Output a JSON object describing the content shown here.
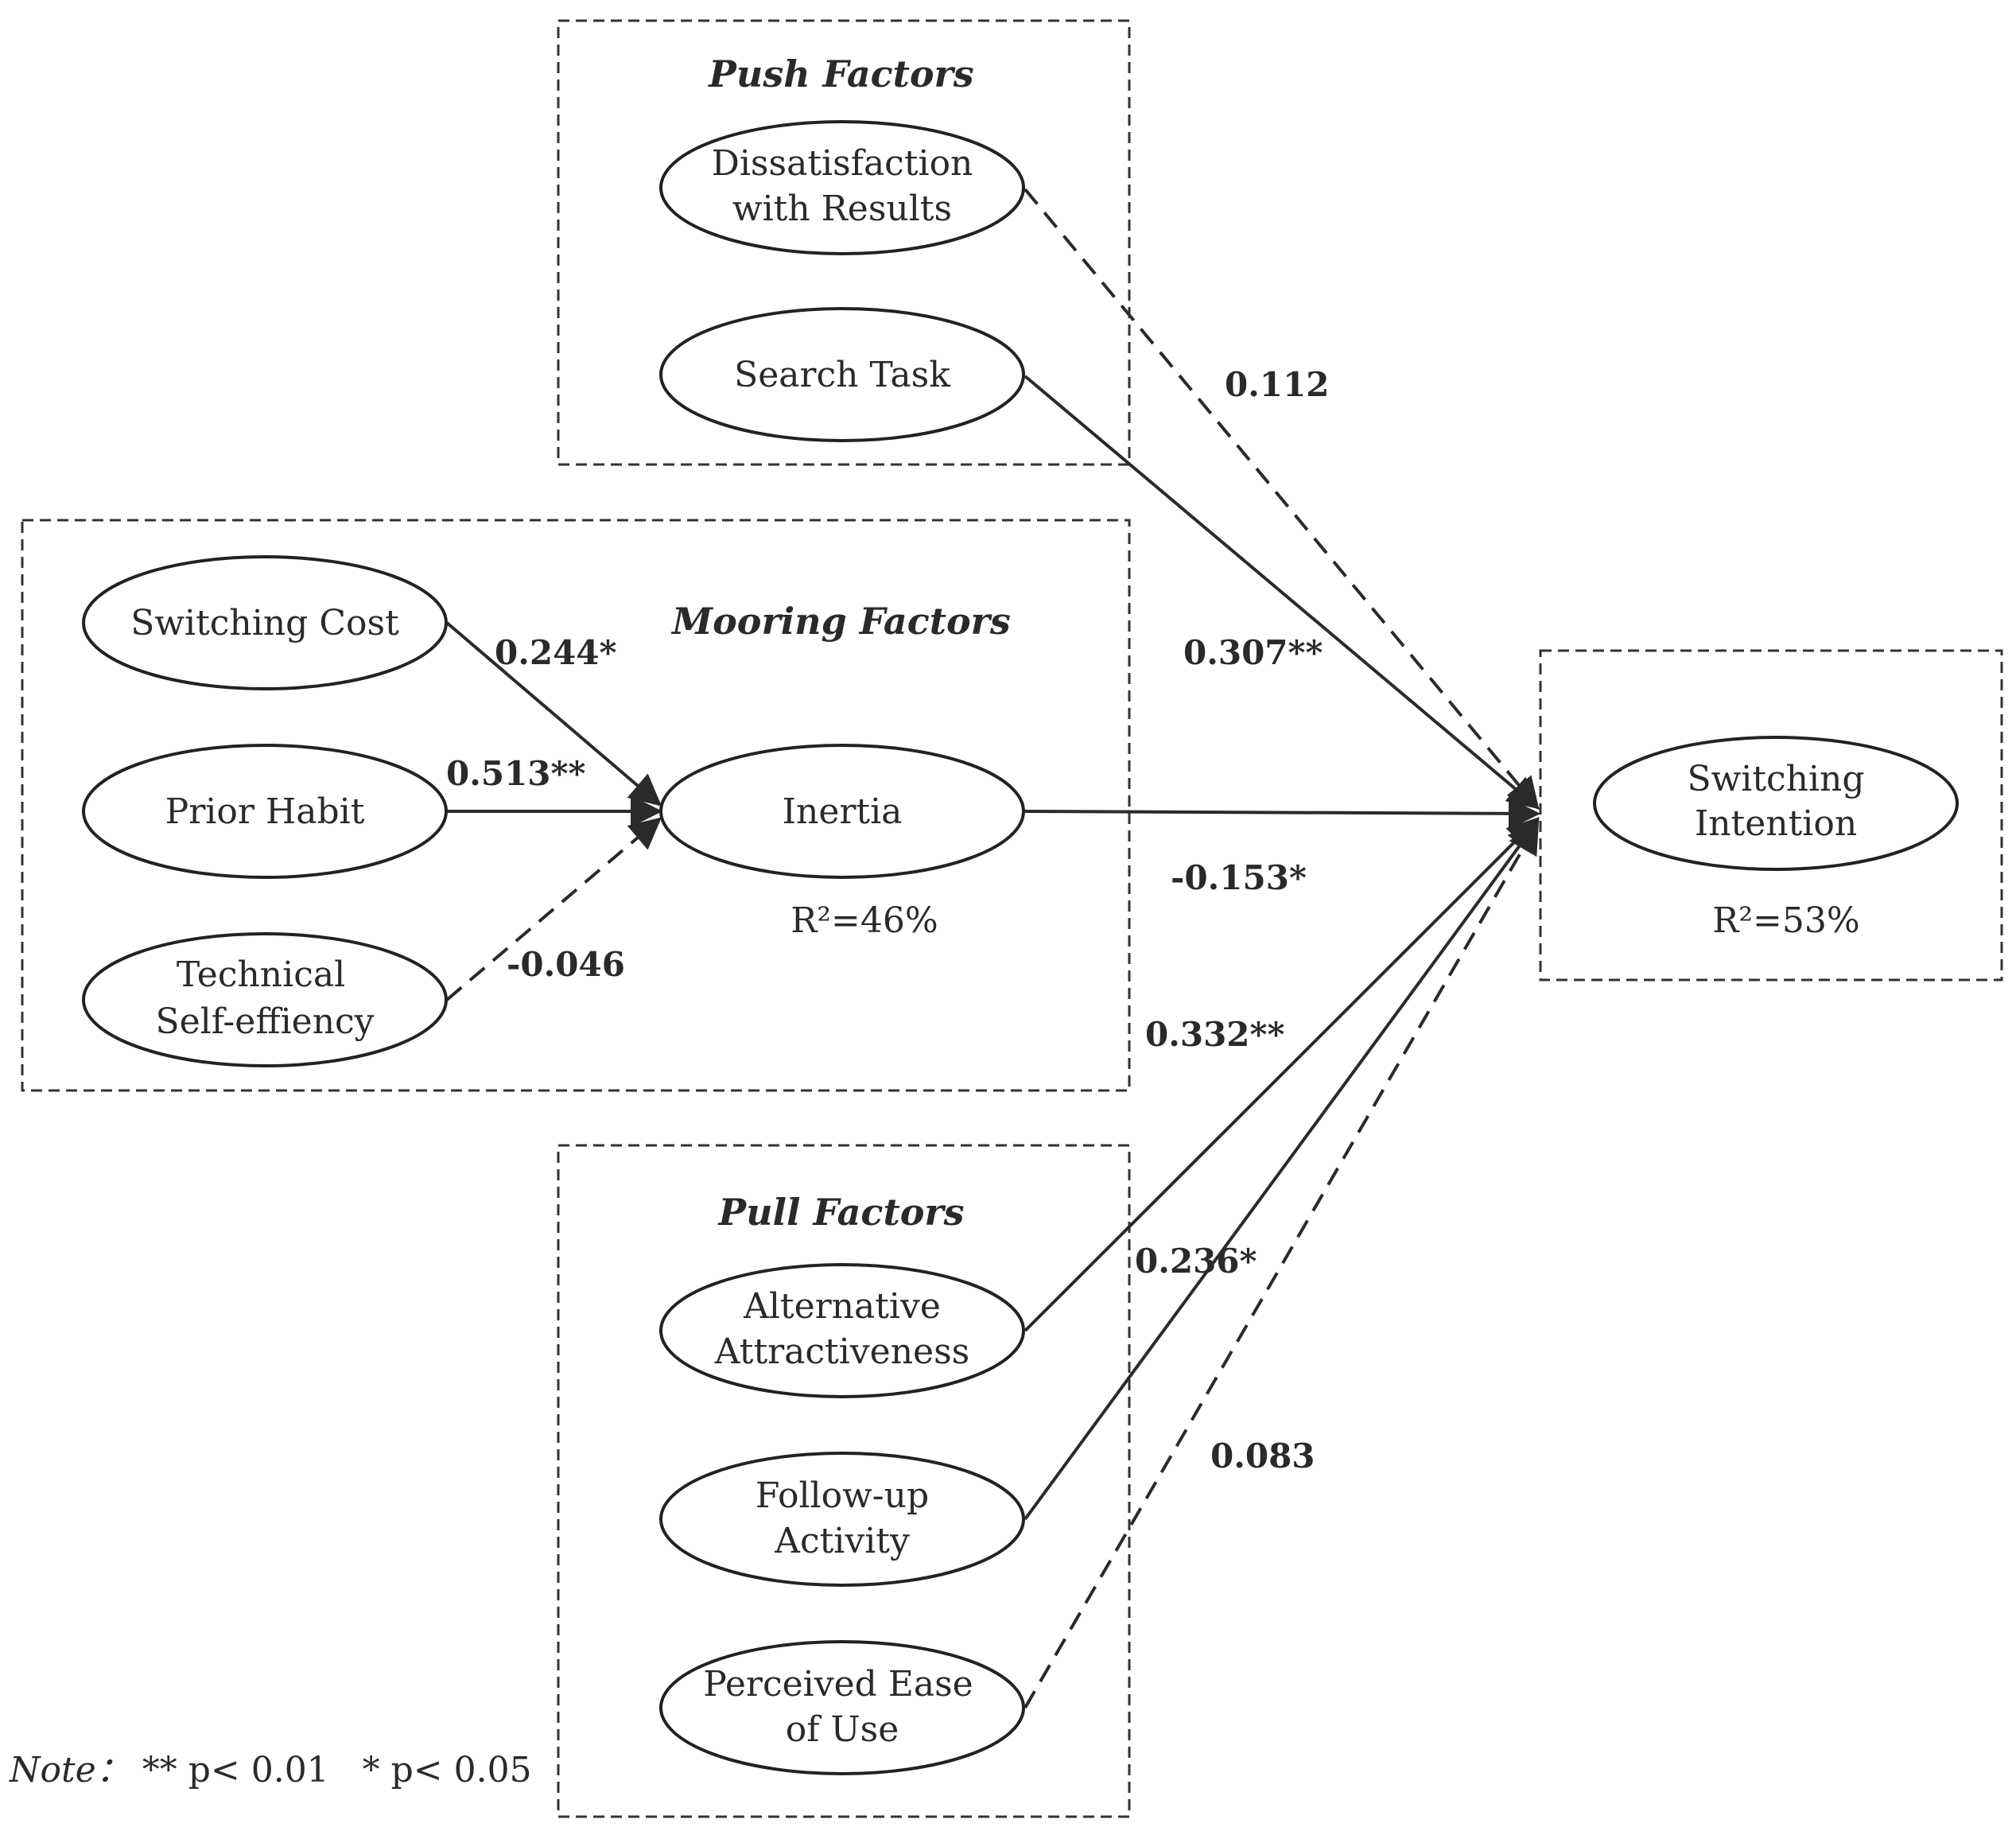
{
  "groups": {
    "push": {
      "title": "Push Factors"
    },
    "mooring": {
      "title": "Mooring Factors"
    },
    "pull": {
      "title": "Pull Factors"
    }
  },
  "nodes": {
    "dissatisfaction": {
      "lines": [
        "Dissatisfaction",
        "with Results"
      ]
    },
    "search_task": {
      "lines": [
        "Search Task"
      ]
    },
    "switching_cost": {
      "lines": [
        "Switching Cost"
      ]
    },
    "prior_habit": {
      "lines": [
        "Prior Habit"
      ]
    },
    "technical": {
      "lines": [
        "Technical",
        "Self-effiency"
      ]
    },
    "inertia": {
      "lines": [
        "Inertia"
      ]
    },
    "switching_intention": {
      "lines": [
        "Switching",
        "Intention"
      ]
    },
    "alternative": {
      "lines": [
        "Alternative",
        "Attractiveness"
      ]
    },
    "followup": {
      "lines": [
        "Follow-up",
        "Activity"
      ]
    },
    "ease": {
      "lines": [
        "Perceived Ease",
        "of Use"
      ]
    }
  },
  "r2": {
    "inertia": "R²=46%",
    "switching_intention": "R²=53%"
  },
  "paths": [
    {
      "id": "dissatisfaction-to-intention",
      "from": "dissatisfaction",
      "to": "switching_intention",
      "coef": "0.112",
      "significant": false
    },
    {
      "id": "search-to-intention",
      "from": "search_task",
      "to": "switching_intention",
      "coef": "0.307**",
      "significant": true
    },
    {
      "id": "cost-to-inertia",
      "from": "switching_cost",
      "to": "inertia",
      "coef": "0.244*",
      "significant": true
    },
    {
      "id": "habit-to-inertia",
      "from": "prior_habit",
      "to": "inertia",
      "coef": "0.513**",
      "significant": true
    },
    {
      "id": "technical-to-inertia",
      "from": "technical",
      "to": "inertia",
      "coef": "-0.046",
      "significant": false
    },
    {
      "id": "inertia-to-intention",
      "from": "inertia",
      "to": "switching_intention",
      "coef": "-0.153*",
      "significant": true
    },
    {
      "id": "alternative-to-intention",
      "from": "alternative",
      "to": "switching_intention",
      "coef": "0.332**",
      "significant": true
    },
    {
      "id": "followup-to-intention",
      "from": "followup",
      "to": "switching_intention",
      "coef": "0.236*",
      "significant": true
    },
    {
      "id": "ease-to-intention",
      "from": "ease",
      "to": "switching_intention",
      "coef": "0.083",
      "significant": false
    }
  ],
  "note": {
    "label": "Note：",
    "text": " ** p< 0.01   * p< 0.05"
  }
}
